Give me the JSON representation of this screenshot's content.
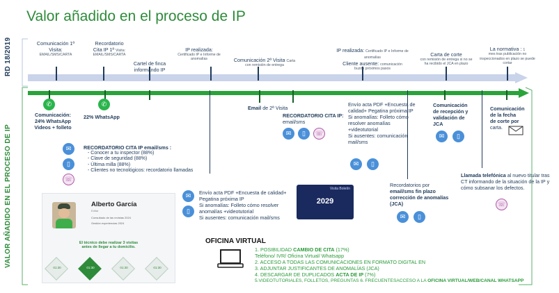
{
  "title": "Valor añadido en el proceso de IP",
  "side_labels": {
    "top": "RD 18/2019",
    "bottom": "VALOR AÑADIDO EN EL PROCESO DE IP"
  },
  "top_timeline": [
    {
      "line1": "Comunicación 1ª",
      "line2": "Visita:",
      "small": "EMAIL/SMS/CARTA"
    },
    {
      "line1": "Recordatorio",
      "line2": "Cita IP 1ª",
      "small_inline": "Visita:",
      "small": "EMAIL/SMS/CARTA"
    },
    {
      "line1": "Cartel de finca",
      "line2": "informando IP"
    },
    {
      "line1": "IP realizada:",
      "small": "Certificado IP e Informe de anomalías"
    },
    {
      "line1": "Comunicación 2ª Visita",
      "small_inline": "Carta",
      "small": "con remisión de entrega"
    },
    {
      "line1": "IP realizada:",
      "small_inline": "Certificado IP e Informe de anomalías",
      "line2": "Cliente ausente:",
      "small2_inline": "comunicación",
      "small": "buzón próximos pasos"
    },
    {
      "line1": "Carta de corte",
      "small_inline": "con",
      "small": "remisión de entrega si no se ha recibido el JCA en plazo"
    },
    {
      "line1": "La normativa :",
      "small_inline": "1",
      "small": "mes tras publicación no inspeccionados en plazo se puede cortar"
    }
  ],
  "bottom": {
    "c1": {
      "line1": "Comunicación:",
      "line2": "24% WhatsApp",
      "line3": "Videos + folleto"
    },
    "c2": {
      "line1": "22% WhatsApp"
    },
    "recordatorio": {
      "title": "RECORDATORIO CITA IP email/sms :",
      "items": [
        "Conocer a tu inspector (88%)",
        "Clave de seguridad (88%)",
        "Última milla (88%)",
        "Clientes no tecnológicos: recordatorio llamadas"
      ]
    },
    "email2": {
      "bold": "Email",
      "rest": "de 2ª Visita"
    },
    "recordatorio2": {
      "bold": "RECORDATORIO CITA IP:",
      "rest": "email/sms"
    },
    "envio1": {
      "l1": "Envío acta PDF +Encuesta de calidad+ Pegatina próxima IP",
      "l2": "Si anomalías: Folleto cómo resolver anomalías +videotutorial",
      "l3": "Si ausentes: comunicación mail/sms"
    },
    "envio2": {
      "l1": "Envío acta PDF +Encuesta de calidad+ Pegatina próxima IP",
      "l2": "Si anomalías: Folleto cómo resolver anomalías +videotutorial",
      "l3": "Si ausentes: comunicación mail/sms"
    },
    "recordatorios_plazo": {
      "l1": "Recordatorios por",
      "l2": "email/sms fin plazo",
      "l3": "corrección de anomalías",
      "l4": "(JCA)"
    },
    "recepcion": {
      "l1": "Comunicación",
      "l2": "de recepción y",
      "l3": "validación de",
      "l4": "JCA"
    },
    "fecha_corte": {
      "l1": "Comunicación",
      "l2": "de la fecha",
      "l3": "de corte por",
      "l4": "carta."
    },
    "llamada": {
      "bold": "Llamada telefónica",
      "rest": "al nuevo titular tras CT informando de la situación de la IP y cómo subsanar los defectos."
    }
  },
  "profile": {
    "name": "Alberto García",
    "role": "Editar",
    "line_a": "Consultado de las revistas 2024",
    "line_b": "Gestión experiencias 2024",
    "msg1": "El técnico debe realizar 3 visitas",
    "msg2": "antes de llegar a tu domicilio.",
    "badges": [
      "01:30",
      "01:30",
      "01:30",
      "01:30"
    ]
  },
  "card": {
    "brand": "Visita Boletín",
    "year": "2029"
  },
  "oficina": {
    "title": "OFICINA VIRTUAL",
    "items": [
      {
        "pre": "1. POSIBILIDAD ",
        "bold": "CAMBIO DE CITA",
        "post": " (17%)"
      },
      {
        "pre": "Teléfono/ IVR/ Oficina Virtual/ Whatsapp",
        "bold": "",
        "post": ""
      },
      {
        "pre": "2. ACCESO A TODAS LAS COMUNICACIONES EN FORMATO DIGITAL EN",
        "bold": "",
        "post": ""
      },
      {
        "pre": "3. ADJUNTAR JUSTIFICANTES DE ANOMALÍAS (JCA)",
        "bold": "",
        "post": ""
      },
      {
        "pre": "4. DESCARGAR DE DUPLICADOS ",
        "bold": "ACTA DE IP",
        "post": " (7%)"
      },
      {
        "pre": "5.VIDEOTUTORIALES, FOLLETOS, PREGUNTAS 6. FRECUENTESACCESO A LA ",
        "bold": "OFICINA VIRTUAL/WEB/CANAL WHATSAPP",
        "post": ""
      }
    ]
  },
  "colors": {
    "green": "#2e8b3a",
    "arrow_top": "#c9d3ea",
    "arrow_bottom": "#2aa33a",
    "icon_blue": "#4a90d9"
  }
}
